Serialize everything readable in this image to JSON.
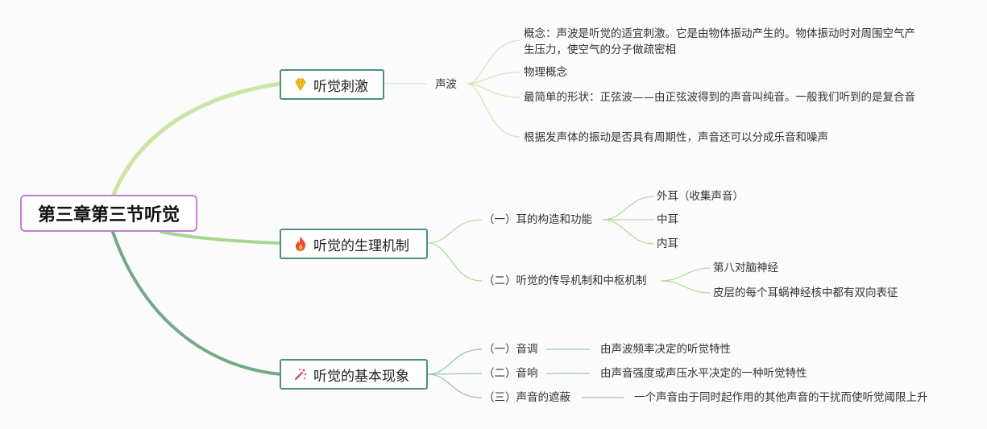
{
  "root": {
    "title": "第三章第三节听觉"
  },
  "branches": [
    {
      "label": "听觉刺激",
      "icon": "diamond-icon",
      "color": "#c8e6a0",
      "children": [
        {
          "label": "声波",
          "children": [
            "概念：声波是听觉的适宜刺激。它是由物体振动产生的。物体振动时对周围空气产生压力，使空气的分子做疏密相",
            "物理概念",
            "最简单的形状：正弦波——由正弦波得到的声音叫纯音。一般我们听到的是复合音",
            "根据发声体的振动是否具有周期性，声音还可以分成乐音和噪声"
          ]
        }
      ]
    },
    {
      "label": "听觉的生理机制",
      "icon": "fire-icon",
      "color": "#a8d590",
      "children": [
        {
          "label": "（一）耳的构造和功能",
          "children": [
            "外耳（收集声音）",
            "中耳",
            "内耳"
          ]
        },
        {
          "label": "（二）听觉的传导机制和中枢机制",
          "children": [
            "第八对脑神经",
            "皮层的每个耳蜗神经核中都有双向表征"
          ]
        }
      ]
    },
    {
      "label": "听觉的基本现象",
      "icon": "sparkle-icon",
      "color": "#6fa882",
      "children": [
        {
          "label": "（一）音调",
          "children": [
            "由声波频率决定的听觉特性"
          ]
        },
        {
          "label": "（二）音响",
          "children": [
            "由声音强度或声压水平决定的一种听觉特性"
          ]
        },
        {
          "label": "（三）声音的遮蔽",
          "children": [
            "一个声音由于同时起作用的其他声音的干扰而使听觉阈限上升"
          ]
        }
      ]
    }
  ],
  "line_colors": {
    "light": "#cfe8b8",
    "mid": "#b5dba0",
    "dark": "#6fa882"
  }
}
